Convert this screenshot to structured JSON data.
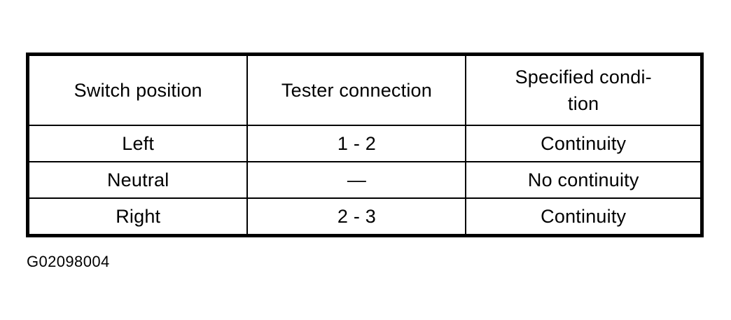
{
  "document": {
    "figure_id": "G02098004",
    "background_color": "#ffffff",
    "text_color": "#000000",
    "border_color": "#000000"
  },
  "table": {
    "name": "switch-continuity-inspection-table",
    "columns": [
      {
        "key": "switch_position",
        "header": "Switch position"
      },
      {
        "key": "tester_connection",
        "header": "Tester connection"
      },
      {
        "key": "specified_condition",
        "header_line1": "Specified condi-",
        "header_line2": "tion",
        "header": "Specified condi-tion"
      }
    ],
    "rows": [
      {
        "switch_position": "Left",
        "tester_connection": "1 - 2",
        "specified_condition": "Continuity"
      },
      {
        "switch_position": "Neutral",
        "tester_connection": "—",
        "specified_condition": "No continuity"
      },
      {
        "switch_position": "Right",
        "tester_connection": "2 - 3",
        "specified_condition": "Continuity"
      }
    ]
  }
}
